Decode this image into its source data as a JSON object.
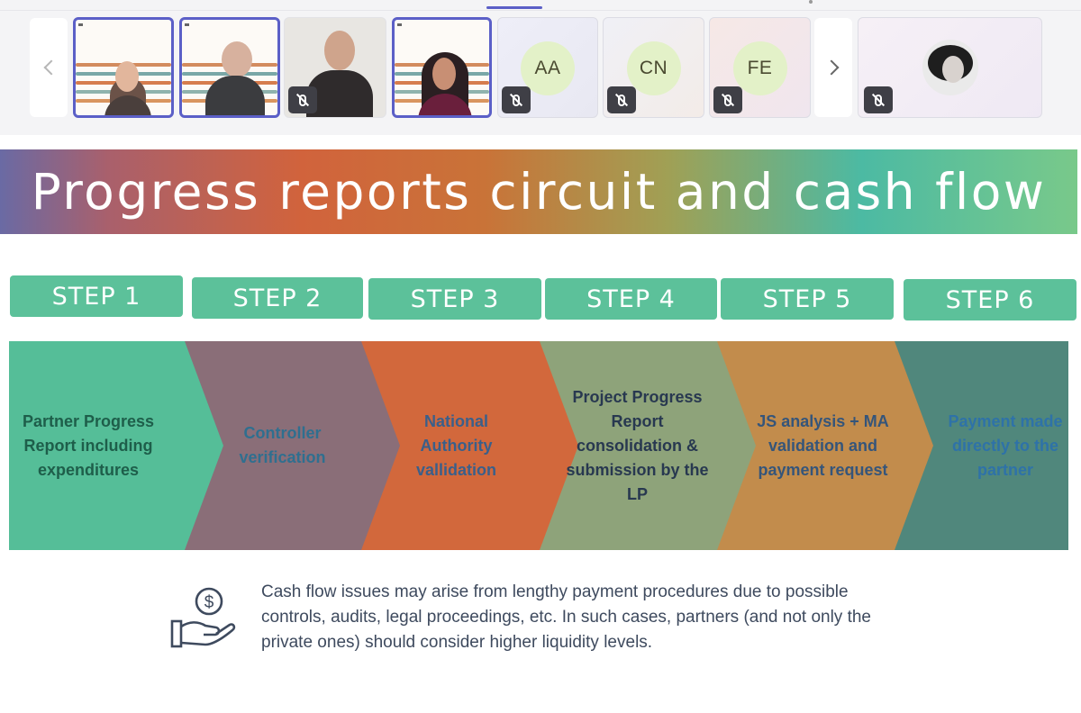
{
  "participants": {
    "tiles": [
      {
        "kind": "video",
        "selected": true,
        "muted": false
      },
      {
        "kind": "video",
        "selected": true,
        "muted": false
      },
      {
        "kind": "video",
        "selected": false,
        "muted": true
      },
      {
        "kind": "video",
        "selected": true,
        "muted": false
      },
      {
        "kind": "avatar",
        "initials": "AA",
        "muted": true
      },
      {
        "kind": "avatar",
        "initials": "CN",
        "muted": true
      },
      {
        "kind": "avatar",
        "initials": "FE",
        "muted": true
      },
      {
        "kind": "photo",
        "muted": true
      }
    ],
    "prev_icon": "chevron-left-icon",
    "next_icon": "chevron-right-icon",
    "muted_icon": "mic-off-icon"
  },
  "slide": {
    "title": "Progress reports circuit and cash flow",
    "steps": [
      {
        "label": "STEP 1",
        "text": "Partner Progress Report including expenditures",
        "color": "#55be98",
        "text_color": "#1e5e4a"
      },
      {
        "label": "STEP 2",
        "text": "Controller verification",
        "color": "#8a6e78",
        "text_color": "#2f6f8f"
      },
      {
        "label": "STEP 3",
        "text": "National Authority vallidation",
        "color": "#d2683c",
        "text_color": "#3a5f8a"
      },
      {
        "label": "STEP 4",
        "text": "Project Progress Report consolidation & submission by the LP",
        "color": "#8ea37a",
        "text_color": "#283850"
      },
      {
        "label": "STEP 5",
        "text": "JS analysis + MA validation and payment request",
        "color": "#c28c4c",
        "text_color": "#35557a"
      },
      {
        "label": "STEP 6",
        "text": "Payment made directly to the partner",
        "color": "#50877c",
        "text_color": "#2e72a8"
      }
    ],
    "pill_color": "#5cc19a",
    "note_icon": "hand-money-icon",
    "note": "Cash flow issues may arise from lengthy payment procedures due to possible controls, audits, legal proceedings, etc. In such cases, partners (and not only the private ones) should consider higher liquidity levels."
  }
}
